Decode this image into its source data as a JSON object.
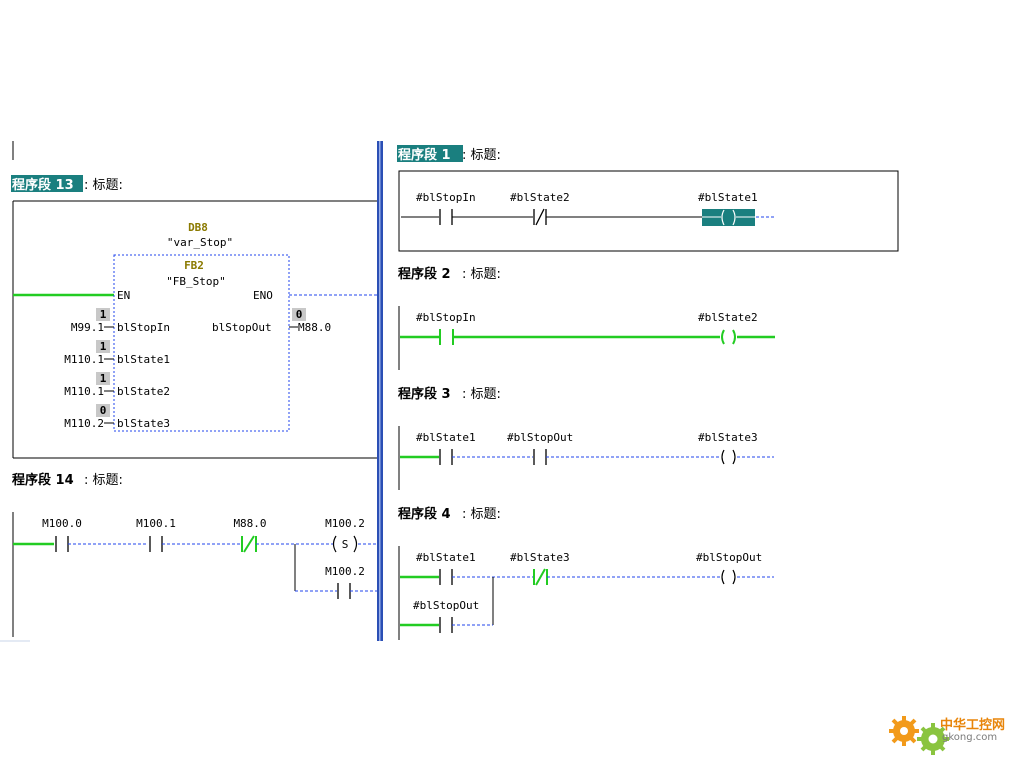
{
  "colors": {
    "active": "#22cc22",
    "inactive": "#2244ee",
    "teal": "#1a7f7f",
    "splitter": "#2b4fb5",
    "badge": "#c8c8c8",
    "db_text": "#8b7a00",
    "logo": "#e8850a"
  },
  "left": {
    "segment13": {
      "tag": "程序段 13",
      "caption": ": 标题:",
      "db_label": "DB8",
      "db_name": "\"var_Stop\"",
      "fb_label": "FB2",
      "fb_name": "\"FB_Stop\"",
      "en": "EN",
      "eno": "ENO",
      "inputs": [
        {
          "operand": "M99.1",
          "pin": "blStopIn",
          "state": "1"
        },
        {
          "operand": "M110.1",
          "pin": "blState1",
          "state": "1"
        },
        {
          "operand": "M110.1",
          "pin": "blState2",
          "state": "1"
        },
        {
          "operand": "M110.2",
          "pin": "blState3",
          "state": "0"
        }
      ],
      "output": {
        "pin": "blStopOut",
        "operand": "M88.0",
        "state": "0"
      }
    },
    "segment14": {
      "tag": "程序段 14",
      "caption": ": 标题:",
      "contacts": [
        "M100.0",
        "M100.1",
        "M88.0"
      ],
      "coil_label": "M100.2",
      "coil_symbol": "S",
      "branch_label": "M100.2"
    }
  },
  "right": {
    "segments": [
      {
        "tag": "程序段 1",
        "caption": ": 标题:",
        "labels": [
          "#blStopIn",
          "#blState2",
          "#blState1"
        ]
      },
      {
        "tag": "程序段 2",
        "caption": ": 标题:",
        "labels": [
          "#blStopIn",
          "#blState2"
        ]
      },
      {
        "tag": "程序段 3",
        "caption": ": 标题:",
        "labels": [
          "#blState1",
          "#blStopOut",
          "#blState3"
        ]
      },
      {
        "tag": "程序段 4",
        "caption": ": 标题:",
        "labels": [
          "#blState1",
          "#blState3",
          "#blStopOut"
        ],
        "branch_label": "#blStopOut"
      }
    ]
  },
  "watermark": {
    "name": "中华工控网",
    "url": "gkong.com"
  }
}
